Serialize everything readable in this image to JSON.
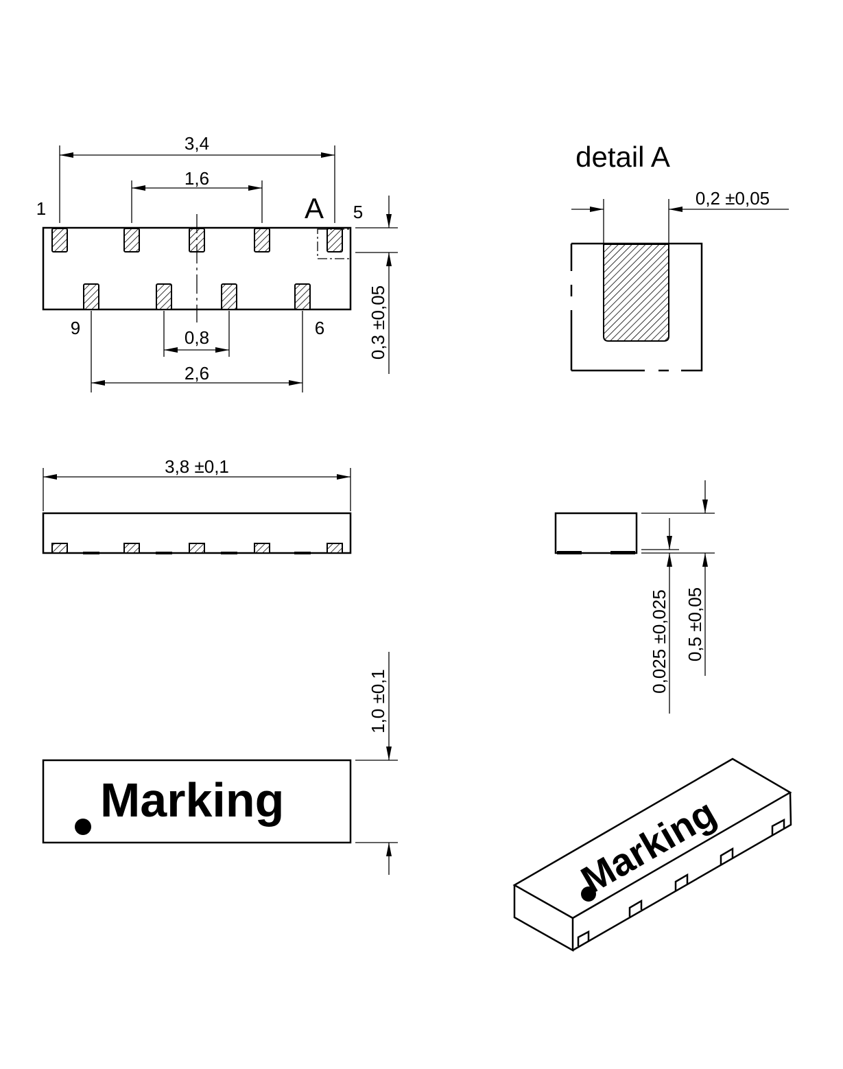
{
  "top_view": {
    "dim_overall_pitch": "3,4",
    "dim_inner_pitch": "1,6",
    "dim_small_pitch": "0,8",
    "dim_bottom_pitch": "2,6",
    "dim_pad_length": "0,3 ±0,05",
    "pin_1": "1",
    "pin_5": "5",
    "pin_6": "6",
    "pin_9": "9",
    "detail_marker": "A"
  },
  "detail_a": {
    "title": "detail A",
    "dim_pad_width": "0,2  ±0,05"
  },
  "side_view": {
    "dim_length": "3,8  ±0,1"
  },
  "end_view": {
    "dim_height": "0,5 ±0,05",
    "dim_standoff": "0,025 ±0,025"
  },
  "marking_view": {
    "marking_text": "Marking",
    "dim_width": "1,0 ±0,1"
  },
  "iso_view": {
    "marking_text": "Marking"
  },
  "colors": {
    "line": "#000000",
    "background": "#ffffff"
  }
}
